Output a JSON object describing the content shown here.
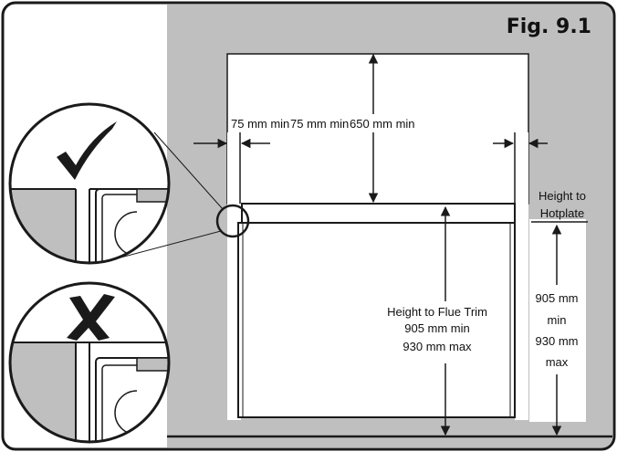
{
  "figure": {
    "title": "Fig. 9.1",
    "dim_side_left": "75 mm min",
    "dim_side_right": "75 mm min",
    "dim_above": "650 mm min",
    "hotplate_label_1": "Height to",
    "hotplate_label_2": "Hotplate",
    "hotplate_dim_1": "905 mm",
    "hotplate_dim_2": "min",
    "hotplate_dim_3": "930 mm",
    "hotplate_dim_4": "max",
    "flue_label": "Height to Flue Trim",
    "flue_min": "905 mm min",
    "flue_max": "930 mm max"
  },
  "colors": {
    "wall_grey": "#bfbfbf",
    "outline": "#1a1a1a",
    "white": "#ffffff"
  },
  "icons": {
    "correct": "check-mark-icon",
    "incorrect": "cross-mark-icon"
  }
}
